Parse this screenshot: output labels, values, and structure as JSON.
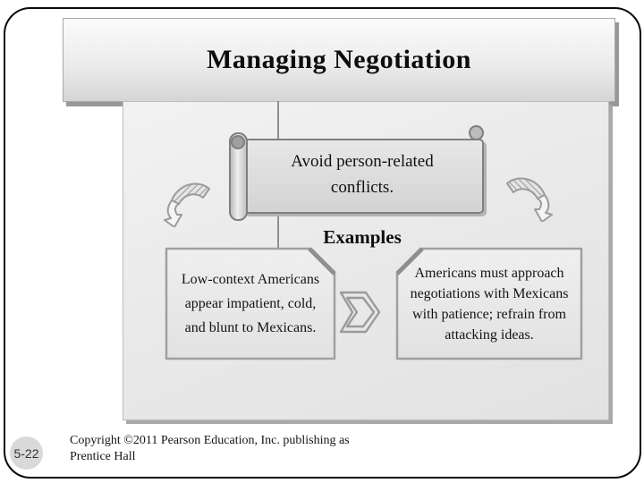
{
  "slide": {
    "title": "Managing Negotiation",
    "page_number": "5-22",
    "footer_line1": "Copyright ©2011 Pearson Education, Inc. publishing as",
    "footer_line2": "Prentice Hall"
  },
  "diagram": {
    "banner_text": "Avoid person-related conflicts.",
    "section_label": "Examples",
    "left_example": "Low-context Americans appear impatient, cold, and blunt to Mexicans.",
    "right_example": "Americans must approach negotiations with Mexicans with patience; refrain from attacking ideas."
  },
  "icons": {
    "left_arrow": "curved-down-arrow",
    "right_arrow": "curved-down-arrow-mirrored",
    "chevron": "double-chevron-right",
    "banner_shape": "horizontal-scroll"
  },
  "colors": {
    "slide_border": "#0a0a0a",
    "panel_fill": "#e9e9e9",
    "shape_outline": "#9a9a9a",
    "banner_outline": "#7f7f7f",
    "shadow": "#989898",
    "page_circle": "#d9d9d9",
    "text": "#111111"
  }
}
